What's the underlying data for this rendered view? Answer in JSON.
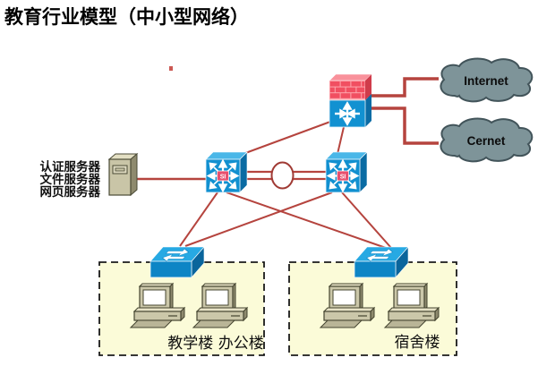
{
  "title": "教育行业模型（中小型网络）",
  "clouds": [
    {
      "name": "internet-cloud",
      "label": "Internet"
    },
    {
      "name": "cernet-cloud",
      "label": "Cernet"
    }
  ],
  "core_switch": {
    "badge": "SI"
  },
  "server": {
    "labels": [
      "认证服务器",
      "文件服务器",
      "网页服务器"
    ]
  },
  "zones": [
    {
      "label": "教学楼 办公楼"
    },
    {
      "label": "宿舍楼"
    }
  ],
  "colors": {
    "link_red": "#b5443e",
    "cloud_fill": "#7e9499",
    "cloud_stroke": "#42545a",
    "switch_front_blue": "#1190d0",
    "switch_top_blue": "#4ab7e8",
    "switch_side_blue": "#0a6ba3",
    "firewall_brick_red": "#f14f61",
    "firewall_mortar_pink": "#fda7ae",
    "device_beige": "#c9c5a7",
    "zone_fill": "#fbfbd8"
  }
}
